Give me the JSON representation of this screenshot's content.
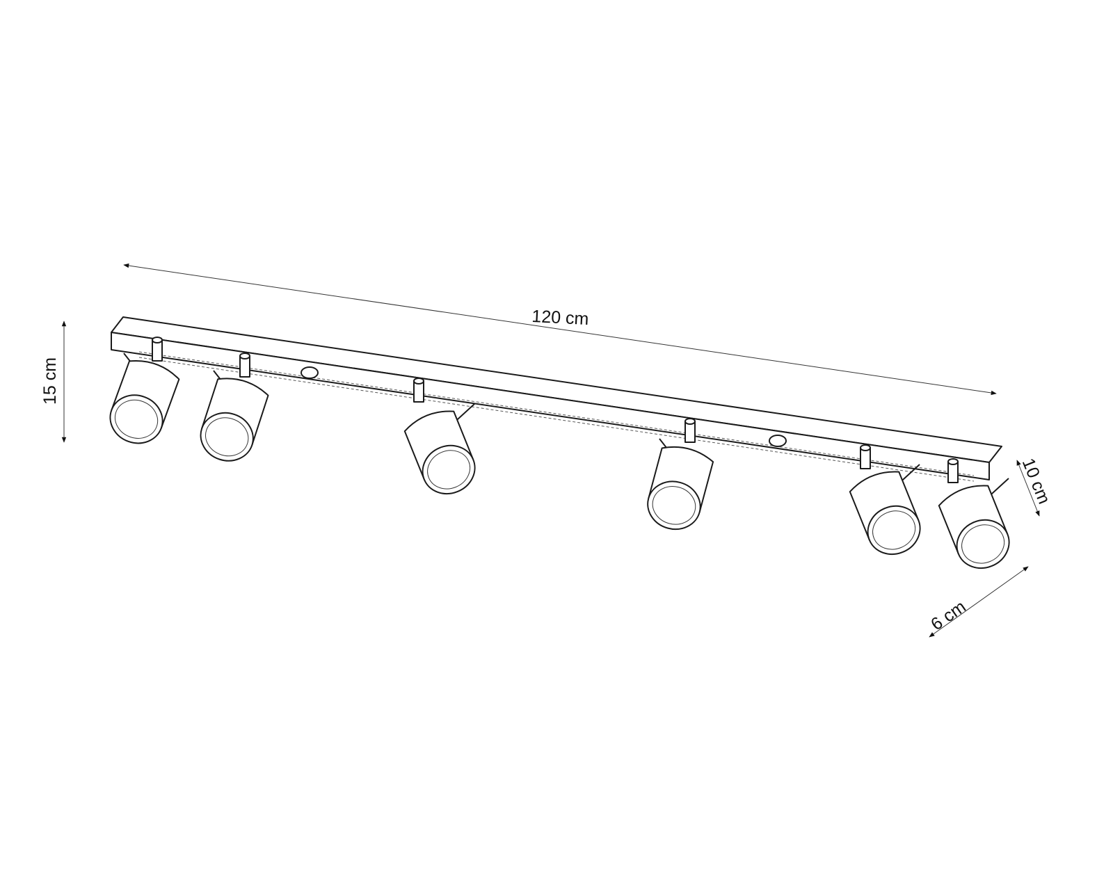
{
  "dimensions": {
    "length": "120 cm",
    "height": "15 cm",
    "depth": "10 cm",
    "spot_diameter": "6 cm"
  },
  "spotlight_count": 6,
  "line_color": "#1a1a1a"
}
